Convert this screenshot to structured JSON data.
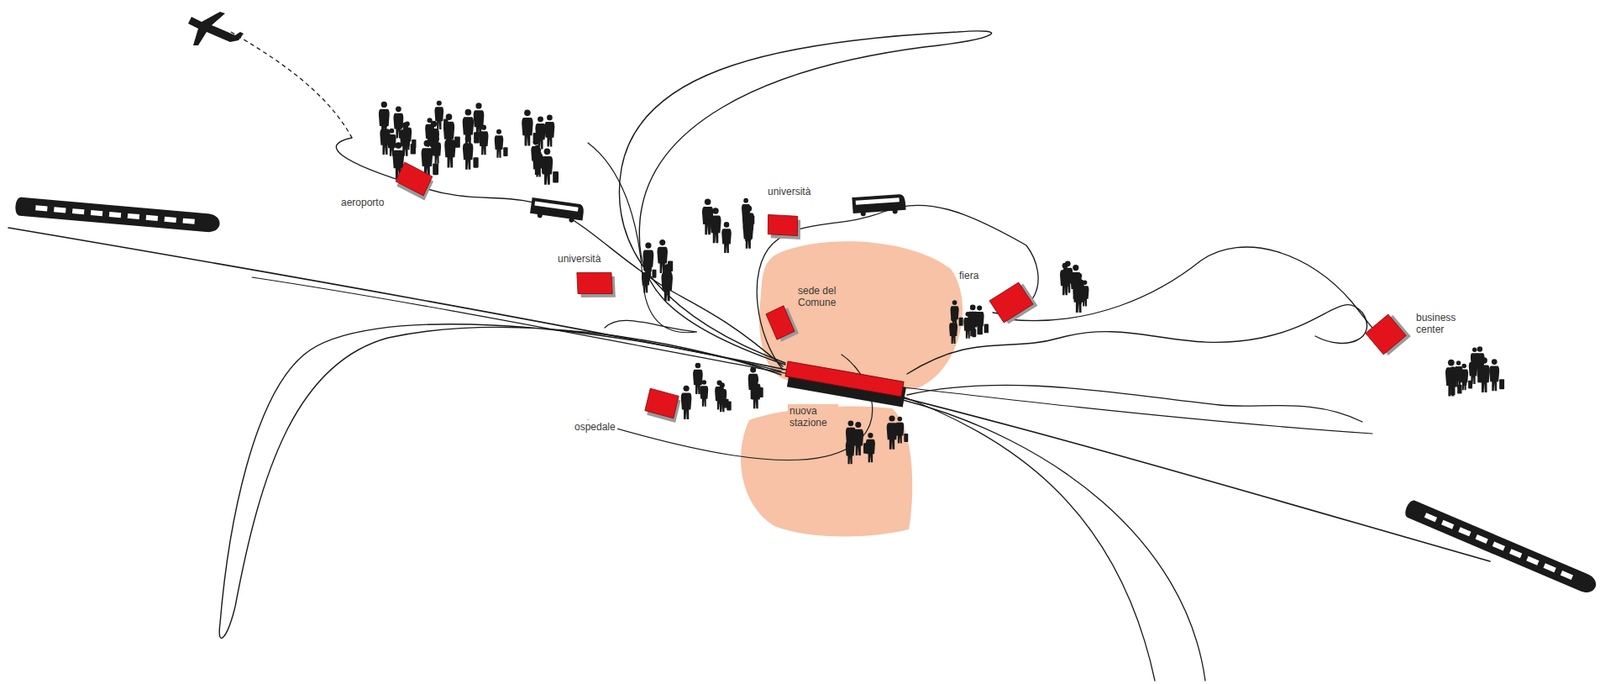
{
  "diagram": {
    "nodes": [
      {
        "text": [
          "aeroporto"
        ]
      },
      {
        "text": [
          "università"
        ]
      },
      {
        "text": [
          "università"
        ]
      },
      {
        "text": [
          "fiera"
        ]
      },
      {
        "text": [
          "sede del Comune"
        ]
      },
      {
        "text": [
          "business center"
        ]
      },
      {
        "text": [
          "nuova stazione"
        ]
      },
      {
        "text": [
          "ospedale"
        ]
      }
    ]
  }
}
